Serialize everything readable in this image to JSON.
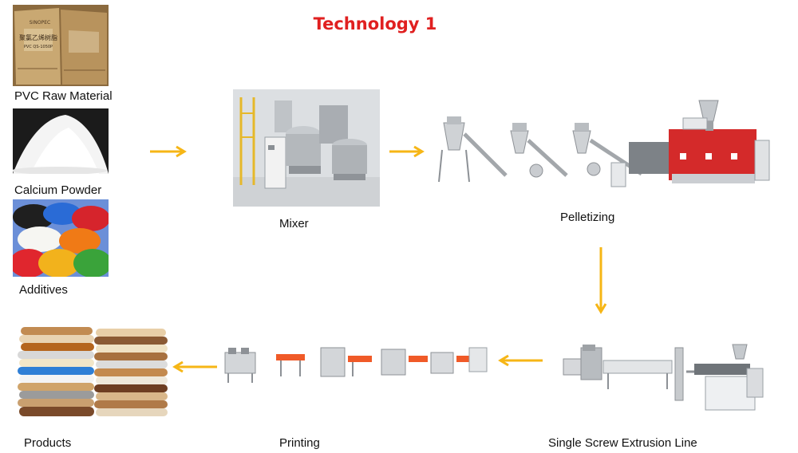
{
  "title": "Technology 1",
  "colors": {
    "title": "#e02020",
    "arrow": "#f6b616",
    "machine_red": "#d42a2a",
    "machine_grey": "#c9ccd0",
    "conveyor_orange": "#f05a28"
  },
  "steps": {
    "pvc": "PVC Raw Material",
    "calcium": "Calcium Powder",
    "additives": "Additives",
    "mixer": "Mixer",
    "pelletizing": "Pelletizing",
    "extrusion": "Single Screw Extrusion Line",
    "printing": "Printing",
    "products": "Products"
  },
  "bag_print": {
    "brand": "SINOPEC",
    "name": "聚氯乙烯树脂",
    "grade": "PVC QS-1050P"
  }
}
